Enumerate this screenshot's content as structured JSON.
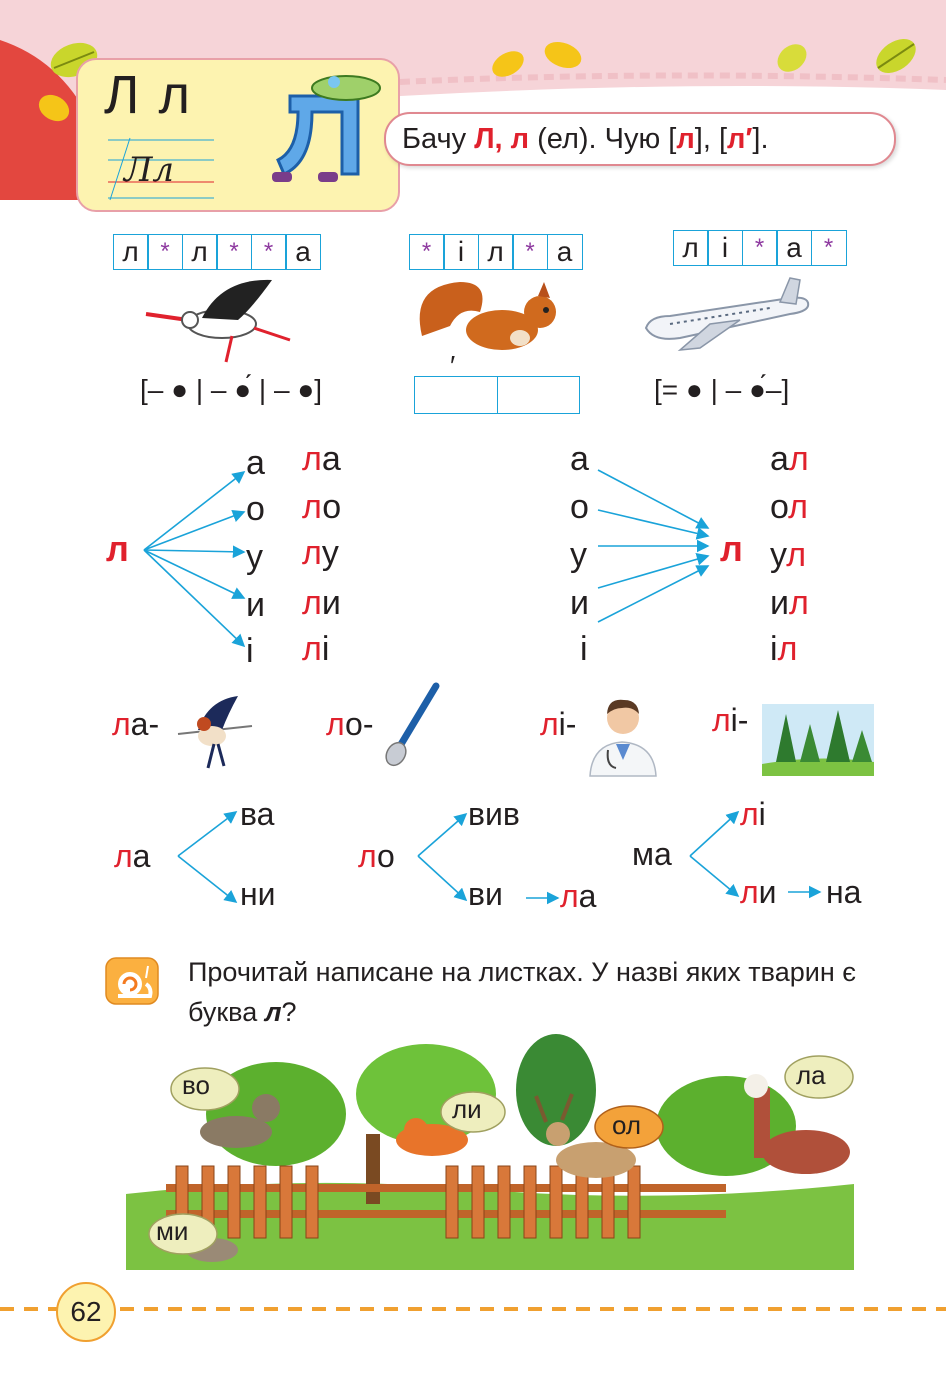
{
  "header": {
    "letters": "Л л",
    "script_letters": "Лл",
    "hear_prefix": "Бачу ",
    "hear_letters": "Л, л",
    "hear_middle": " (ел).  Чую [",
    "hear_sound1": "л",
    "hear_sep": "], [",
    "hear_sound2": "л′",
    "hear_end": "]."
  },
  "word_boxes": [
    {
      "cells": [
        "л",
        "*",
        "л",
        "*",
        "*",
        "а"
      ],
      "scheme": "[– ● | – ●́ | – ●]"
    },
    {
      "cells": [
        "*",
        "і",
        "л",
        "*",
        "а"
      ],
      "scheme": "′"
    },
    {
      "cells": [
        "л",
        "і",
        "*",
        "а",
        "*"
      ],
      "scheme": "[= ● | – ●́–]"
    }
  ],
  "syllables_left": {
    "consonant": "л",
    "vowels": [
      "а",
      "о",
      "у",
      "и",
      "і"
    ],
    "syllables": [
      {
        "c": "л",
        "v": "а"
      },
      {
        "c": "л",
        "v": "о"
      },
      {
        "c": "л",
        "v": "у"
      },
      {
        "c": "л",
        "v": "и"
      },
      {
        "c": "л",
        "v": "і"
      }
    ]
  },
  "syllables_right": {
    "consonant": "л",
    "vowels": [
      "а",
      "о",
      "у",
      "и",
      "і"
    ],
    "syllables": [
      {
        "v": "а",
        "c": "л"
      },
      {
        "v": "о",
        "c": "л"
      },
      {
        "v": "у",
        "c": "л"
      },
      {
        "v": "и",
        "c": "л"
      },
      {
        "v": "і",
        "c": "л"
      }
    ]
  },
  "picture_words": [
    {
      "c": "л",
      "rest": "а-",
      "icon": "swallow-icon"
    },
    {
      "c": "л",
      "rest": "о-",
      "icon": "spoon-icon"
    },
    {
      "c": "л",
      "rest": "і-",
      "icon": "doctor-icon"
    },
    {
      "c": "л",
      "rest": "і-",
      "icon": "forest-icon"
    }
  ],
  "word_trees": {
    "t1": {
      "root_c": "л",
      "root_v": "а",
      "top": "ва",
      "bottom": "ни"
    },
    "t2": {
      "root_c": "л",
      "root_v": "о",
      "top": "вив",
      "bottom": "ви",
      "bottom_next_c": "л",
      "bottom_next_v": "а"
    },
    "t3": {
      "root": "ма",
      "top_c": "л",
      "top_v": "і",
      "bottom_c": "л",
      "bottom_v": "и",
      "bottom_next": "на"
    }
  },
  "task": {
    "icon": "snail-icon",
    "text_main": "Прочитай написане на листках. У назві яких тварин є буква ",
    "text_letter": "л",
    "text_end": "?"
  },
  "scene": {
    "leaves": [
      "во",
      "ли",
      "ол",
      "ла",
      "ми"
    ]
  },
  "page_number": "62",
  "colors": {
    "red": "#e0212d",
    "blue": "#1aa3d9",
    "purple": "#8e3aa0",
    "card_yellow": "#fdf3b0",
    "dash_orange": "#f0a030"
  }
}
